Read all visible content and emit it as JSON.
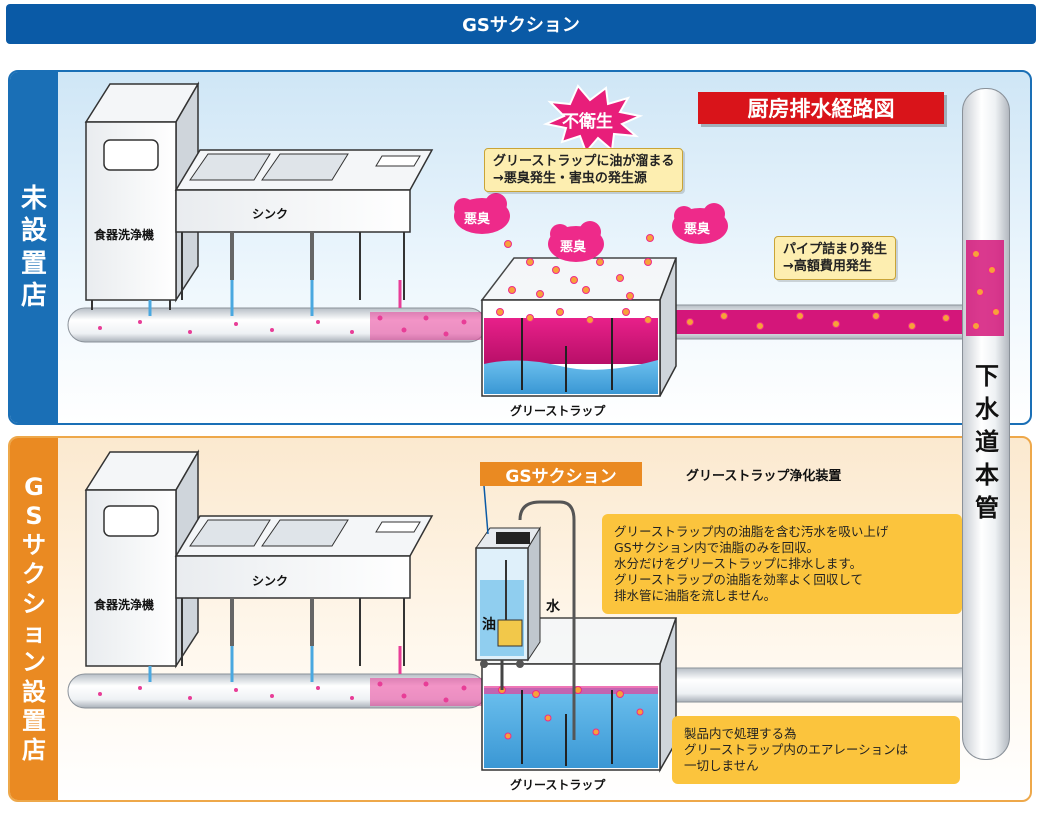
{
  "header": {
    "title": "GSサクション"
  },
  "top_panel": {
    "side_label": [
      "未",
      "設",
      "置",
      "店"
    ],
    "title": "厨房排水経路図",
    "burst": "不衛生",
    "dishwasher_label": "食器洗浄機",
    "sink_label": "シンク",
    "trap_label": "グリーストラップ",
    "smell_labels": [
      "悪臭",
      "悪臭",
      "悪臭"
    ],
    "note_oil": [
      "グリーストラップに油が溜まる",
      "→悪臭発生・害虫の発生源"
    ],
    "note_pipe": [
      "パイプ詰まり発生",
      "→高額費用発生"
    ]
  },
  "bottom_panel": {
    "side_label": [
      "G",
      "S",
      "サ",
      "ク",
      "シ",
      "ョ",
      "ン",
      "設",
      "置",
      "店"
    ],
    "gs_badge": "GSサクション",
    "device_caption": "グリーストラップ浄化装置",
    "dishwasher_label": "食器洗浄機",
    "sink_label": "シンク",
    "trap_label": "グリーストラップ",
    "water_label": "水",
    "oil_label": "油",
    "note_main": [
      "グリーストラップ内の油脂を含む汚水を吸い上げ",
      "GSサクション内で油脂のみを回収。",
      "水分だけをグリーストラップに排水します。",
      "グリーストラップの油脂を効率よく回収して",
      "排水管に油脂を流しません。"
    ],
    "note_aeration": [
      "製品内で処理する為",
      "グリーストラップ内のエアレーションは",
      "一切しません"
    ]
  },
  "sewer_label": [
    "下",
    "水",
    "道",
    "本",
    "管"
  ],
  "colors": {
    "header": "#0a5aa6",
    "top_accent": "#1a6fb6",
    "bottom_accent": "#ea8a22",
    "grease": "#d4167a",
    "water": "#4aa8e0",
    "alert_red": "#d9141a"
  }
}
